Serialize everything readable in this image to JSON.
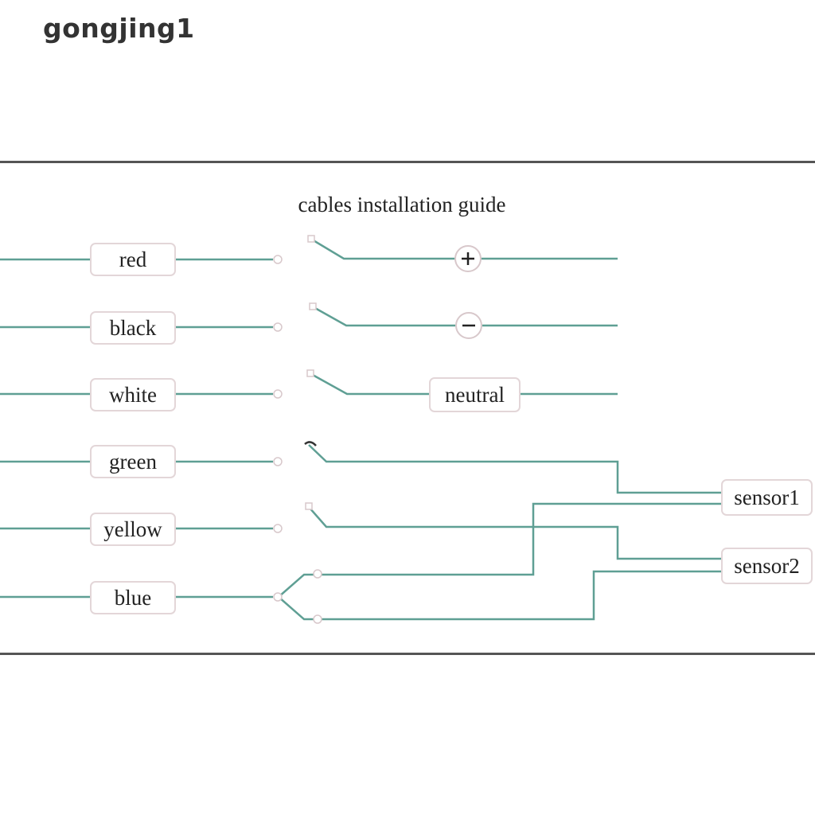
{
  "watermark": "gongjing1",
  "diagram": {
    "title": "cables installation guide",
    "cables": [
      {
        "label": "red",
        "target": "+",
        "target_icon": "plus-icon"
      },
      {
        "label": "black",
        "target": "−",
        "target_icon": "minus-icon"
      },
      {
        "label": "white",
        "target": "neutral"
      },
      {
        "label": "green",
        "target": "sensor1"
      },
      {
        "label": "yellow",
        "target": "sensor2"
      },
      {
        "label": "blue",
        "target": "sensor1, sensor2"
      }
    ],
    "sensors": [
      "sensor1",
      "sensor2"
    ],
    "neutral_label": "neutral",
    "wire_color": "#5f9f94",
    "border_color": "#555555",
    "box_border_color": "#e3d6d8"
  }
}
